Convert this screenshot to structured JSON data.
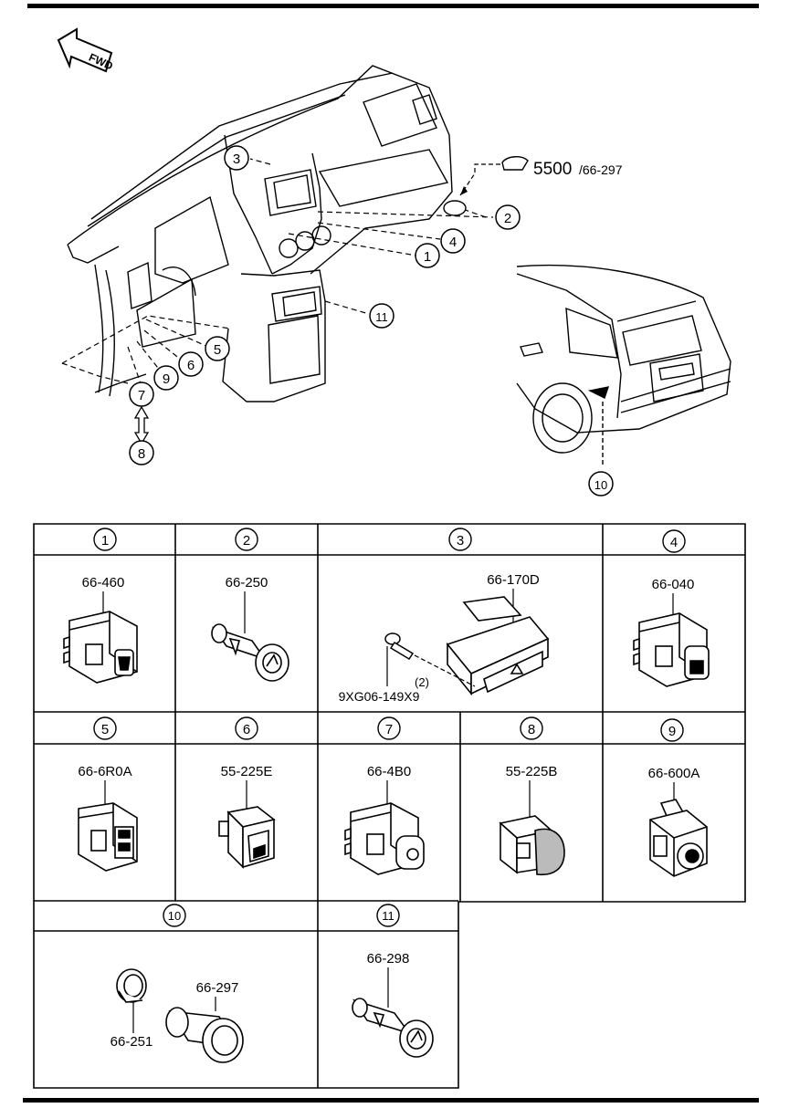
{
  "fwd_label": "FWD",
  "reference": {
    "main": "5500",
    "sub": "/66-297"
  },
  "callouts": [
    "1",
    "2",
    "3",
    "4",
    "5",
    "6",
    "7",
    "8",
    "9",
    "10",
    "11"
  ],
  "parts": [
    {
      "number": "1",
      "codes": [
        "66-460"
      ]
    },
    {
      "number": "2",
      "codes": [
        "66-250"
      ]
    },
    {
      "number": "3",
      "codes": [
        "66-170D",
        "9XG06-149X9"
      ],
      "qty": "(2)"
    },
    {
      "number": "4",
      "codes": [
        "66-040"
      ]
    },
    {
      "number": "5",
      "codes": [
        "66-6R0A"
      ]
    },
    {
      "number": "6",
      "codes": [
        "55-225E"
      ]
    },
    {
      "number": "7",
      "codes": [
        "66-4B0"
      ]
    },
    {
      "number": "8",
      "codes": [
        "55-225B"
      ]
    },
    {
      "number": "9",
      "codes": [
        "66-600A"
      ]
    },
    {
      "number": "10",
      "codes": [
        "66-297",
        "66-251"
      ]
    },
    {
      "number": "11",
      "codes": [
        "66-298"
      ]
    }
  ]
}
